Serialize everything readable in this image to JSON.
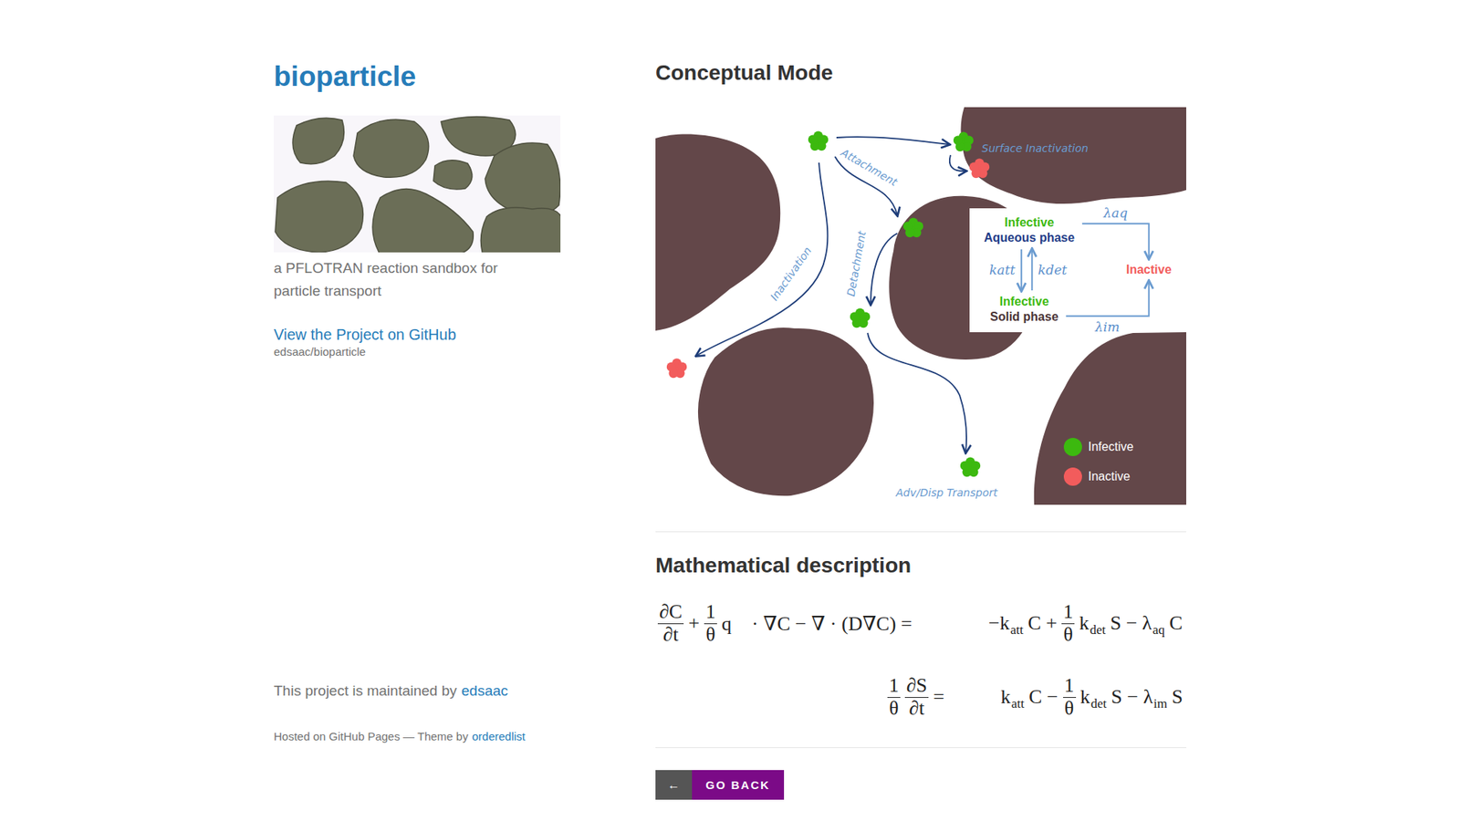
{
  "diagram": {
    "title": "Conceptual Mode",
    "nodes": [
      {
        "text": [
          "Infective",
          "Aqueous phase"
        ]
      },
      {
        "text": [
          "Infective",
          "Solid phase"
        ]
      },
      {
        "text": [
          "Inactive"
        ]
      },
      {
        "text": [
          "←",
          "GO BACK"
        ]
      }
    ],
    "edges": [
      {
        "from": 0,
        "to": 1,
        "label": "katt",
        "arrow": "to"
      },
      {
        "from": 1,
        "to": 0,
        "label": "kdet",
        "arrow": "to"
      },
      {
        "from": 0,
        "to": 2,
        "label": "λaq",
        "arrow": "to"
      },
      {
        "from": 1,
        "to": 2,
        "label": "λim",
        "arrow": "to"
      }
    ],
    "labels": [
      "bioparticle",
      "a PFLOTRAN reaction sandbox for particle transport",
      "View the Project on GitHub",
      "edsaac/bioparticle",
      "This project is maintained by",
      "edsaac",
      "Hosted on GitHub Pages — Theme by",
      "orderedlist",
      "Surface Inactivation",
      "Attachment",
      "Inactivation",
      "Detachment",
      "Adv/Disp Transport",
      "Mathematical description",
      "∂C",
      "∂t",
      "+",
      "1",
      "θ",
      "q⃗ · ∇C − ∇ · (D∇C) =",
      "−k",
      "att",
      "C +",
      "1",
      "θ",
      "k",
      "det",
      "S − λ",
      "aq",
      "C",
      "1",
      "θ",
      "∂S",
      "∂t",
      "=",
      "k",
      "att",
      "C −",
      "1",
      "θ",
      "k",
      "det",
      "S − λ",
      "im",
      "S"
    ],
    "legend": [
      {
        "text": "Infective",
        "color": "#3cb90f"
      },
      {
        "text": "Inactive",
        "color": "#f25c5c"
      }
    ]
  }
}
